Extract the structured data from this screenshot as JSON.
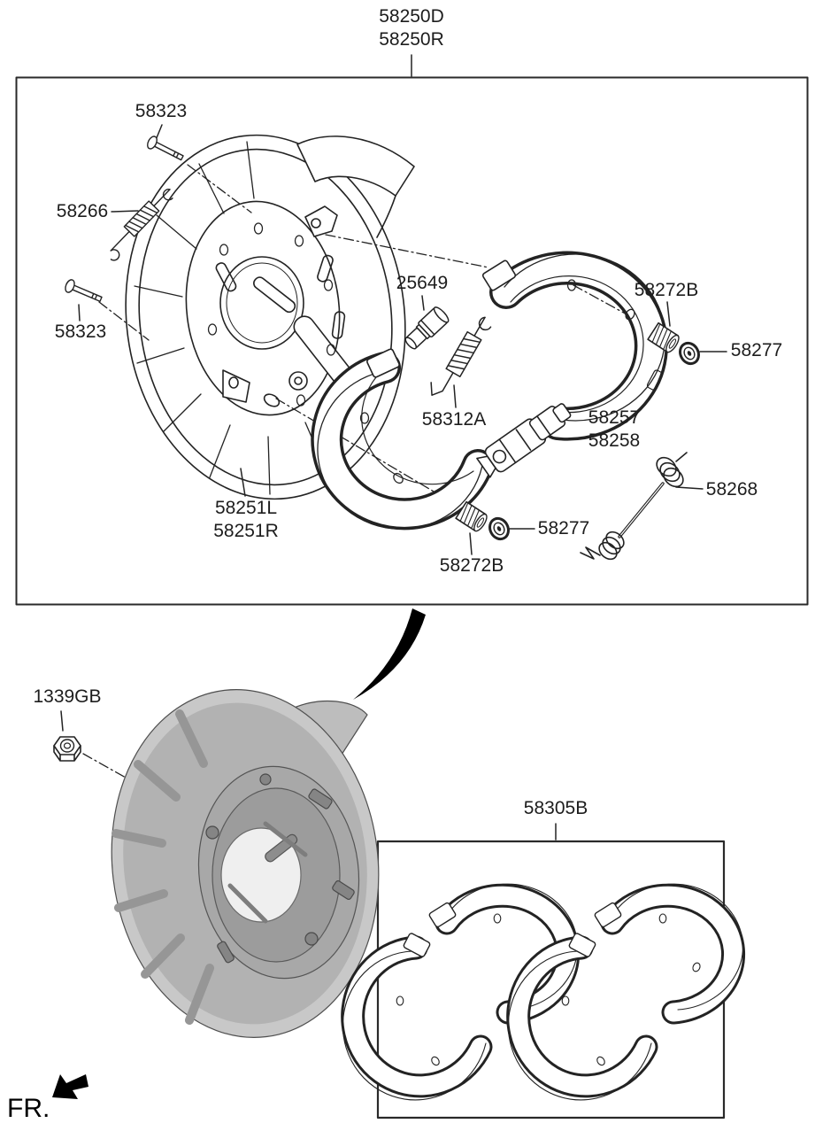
{
  "colors": {
    "line": "#232323",
    "text": "#1d1d1d",
    "shade_light": "#c7c7c7",
    "shade_mid": "#a8a8a8",
    "shade_dark": "#8f8f8f",
    "black": "#000000"
  },
  "top_assembly": {
    "code_primary": "58250D",
    "code_secondary": "58250R",
    "labels": {
      "bolt_top": "58323",
      "spring_left": "58266",
      "bolt_left": "58323",
      "plug": "25649",
      "shoe_return_spring": "58312A",
      "holddown_spring_right": "58272B",
      "washer_right": "58277",
      "adjuster_line1": "58257",
      "adjuster_line2": "58258",
      "backing_plate_line1": "58251L",
      "backing_plate_line2": "58251R",
      "holddown_spring_bottom": "58272B",
      "washer_bottom": "58277",
      "strut_spring": "58268"
    }
  },
  "bottom_assembly": {
    "nut": "1339GB",
    "shoe_kit": "58305B",
    "front_marker": "FR."
  }
}
